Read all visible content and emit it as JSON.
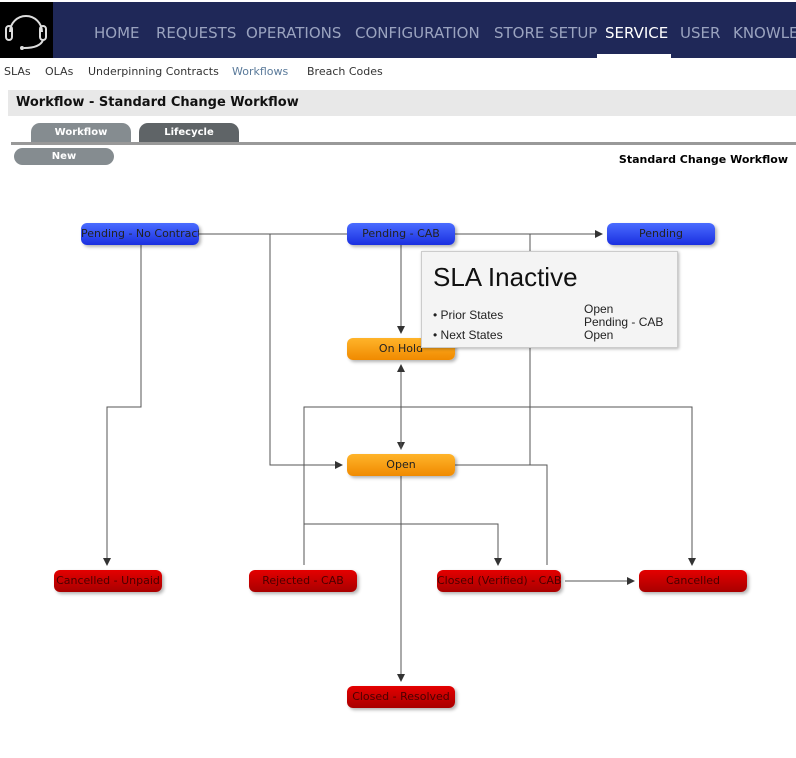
{
  "nav": {
    "items": [
      "HOME",
      "REQUESTS",
      "OPERATIONS",
      "CONFIGURATION",
      "STORE SETUP",
      "SERVICE",
      "USER",
      "KNOWLE"
    ],
    "active": "SERVICE"
  },
  "subnav": [
    "SLAs",
    "OLAs",
    "Underpinning Contracts",
    "Workflows",
    "Breach Codes"
  ],
  "title": "Workflow - Standard Change Workflow",
  "tabs": [
    "Workflow",
    "Lifecycle"
  ],
  "new_label": "New",
  "workflow_name": "Standard Change Workflow",
  "nodes": {
    "pending_no_contract": "Pending - No Contract",
    "pending_cab": "Pending - CAB",
    "pending": "Pending",
    "on_hold": "On Hold",
    "open": "Open",
    "cancelled_unpaid": "Cancelled - Unpaid",
    "rejected_cab": "Rejected - CAB",
    "closed_verified_cab": "Closed (Verified) - CAB",
    "cancelled": "Cancelled",
    "closed_resolved": "Closed - Resolved"
  },
  "colors": {
    "header": "#1f2858",
    "blue_state": "#2a45f0",
    "orange_state": "#f89a10",
    "red_state": "#c80000"
  },
  "tooltip": {
    "title": "SLA Inactive",
    "prior_label": "• Prior States",
    "next_label": "• Next States",
    "prior_values": [
      "Open",
      "Pending - CAB"
    ],
    "next_values": [
      "Open"
    ]
  }
}
